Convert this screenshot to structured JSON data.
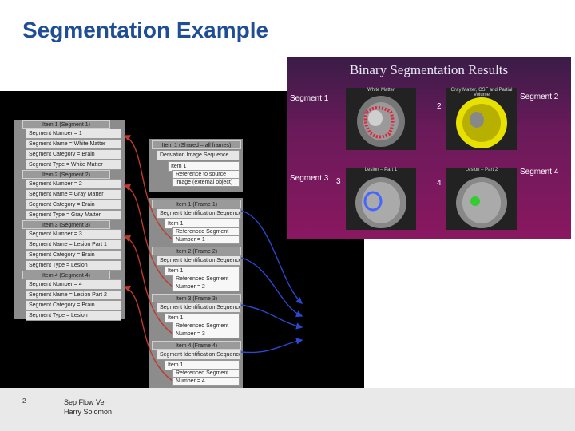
{
  "slide": {
    "title": "Segmentation Example"
  },
  "footer": {
    "page_number": "2",
    "line1": "Sep Flow Ver",
    "line2": "Harry Solomon"
  },
  "segments": {
    "items": [
      {
        "header": "Item 1 (Segment 1)",
        "rows": [
          "Segment Number = 1",
          "Segment Name = White Matter",
          "Segment Category = Brain",
          "Segment Type = White Matter"
        ]
      },
      {
        "header": "Item 2 (Segment 2)",
        "rows": [
          "Segment Number = 2",
          "Segment Name = Gray Matter",
          "Segment Category = Brain",
          "Segment Type = Gray Matter"
        ]
      },
      {
        "header": "Item 3 (Segment 3)",
        "rows": [
          "Segment Number = 3",
          "Segment Name = Lesion Part 1",
          "Segment Category = Brain",
          "Segment Type = Lesion"
        ]
      },
      {
        "header": "Item 4 (Segment 4)",
        "rows": [
          "Segment Number = 4",
          "Segment Name = Lesion Part 2",
          "Segment Category = Brain",
          "Segment Type = Lesion"
        ]
      }
    ]
  },
  "shared": {
    "header": "Item 1 (Shared – all frames)",
    "sequence": "Derivation Image Sequence",
    "item": "Item 1",
    "ref_line1": "Reference to source",
    "ref_line2": "image (external object)"
  },
  "frames": [
    {
      "header": "Item 1 (Frame 1)",
      "sequence": "Segment Identification Sequence",
      "item": "Item 1",
      "ref_line1": "Referenced Segment",
      "ref_line2": "Number = 1"
    },
    {
      "header": "Item 2 (Frame 2)",
      "sequence": "Segment Identification Sequence",
      "item": "Item 1",
      "ref_line1": "Referenced Segment",
      "ref_line2": "Number = 2"
    },
    {
      "header": "Item 3 (Frame 3)",
      "sequence": "Segment Identification Sequence",
      "item": "Item 1",
      "ref_line1": "Referenced Segment",
      "ref_line2": "Number = 3"
    },
    {
      "header": "Item 4 (Frame 4)",
      "sequence": "Segment Identification Sequence",
      "item": "Item 1",
      "ref_line1": "Referenced Segment",
      "ref_line2": "Number = 4"
    }
  ],
  "results": {
    "title": "Binary Segmentation Results",
    "labels": [
      "Segment 1",
      "Segment 2",
      "Segment 3",
      "Segment 4"
    ],
    "tiles": [
      {
        "caption": "White Matter",
        "number": ""
      },
      {
        "caption": "Gray Matter, CSF and Partial Volume",
        "number": "2"
      },
      {
        "caption": "Lesion – Part 1",
        "number": "3"
      },
      {
        "caption": "Lesion – Part 2",
        "number": "4"
      }
    ]
  },
  "colors": {
    "title": "#1f4e96",
    "arrow_red": "#c0392b",
    "arrow_blue": "#1f3fbf"
  }
}
